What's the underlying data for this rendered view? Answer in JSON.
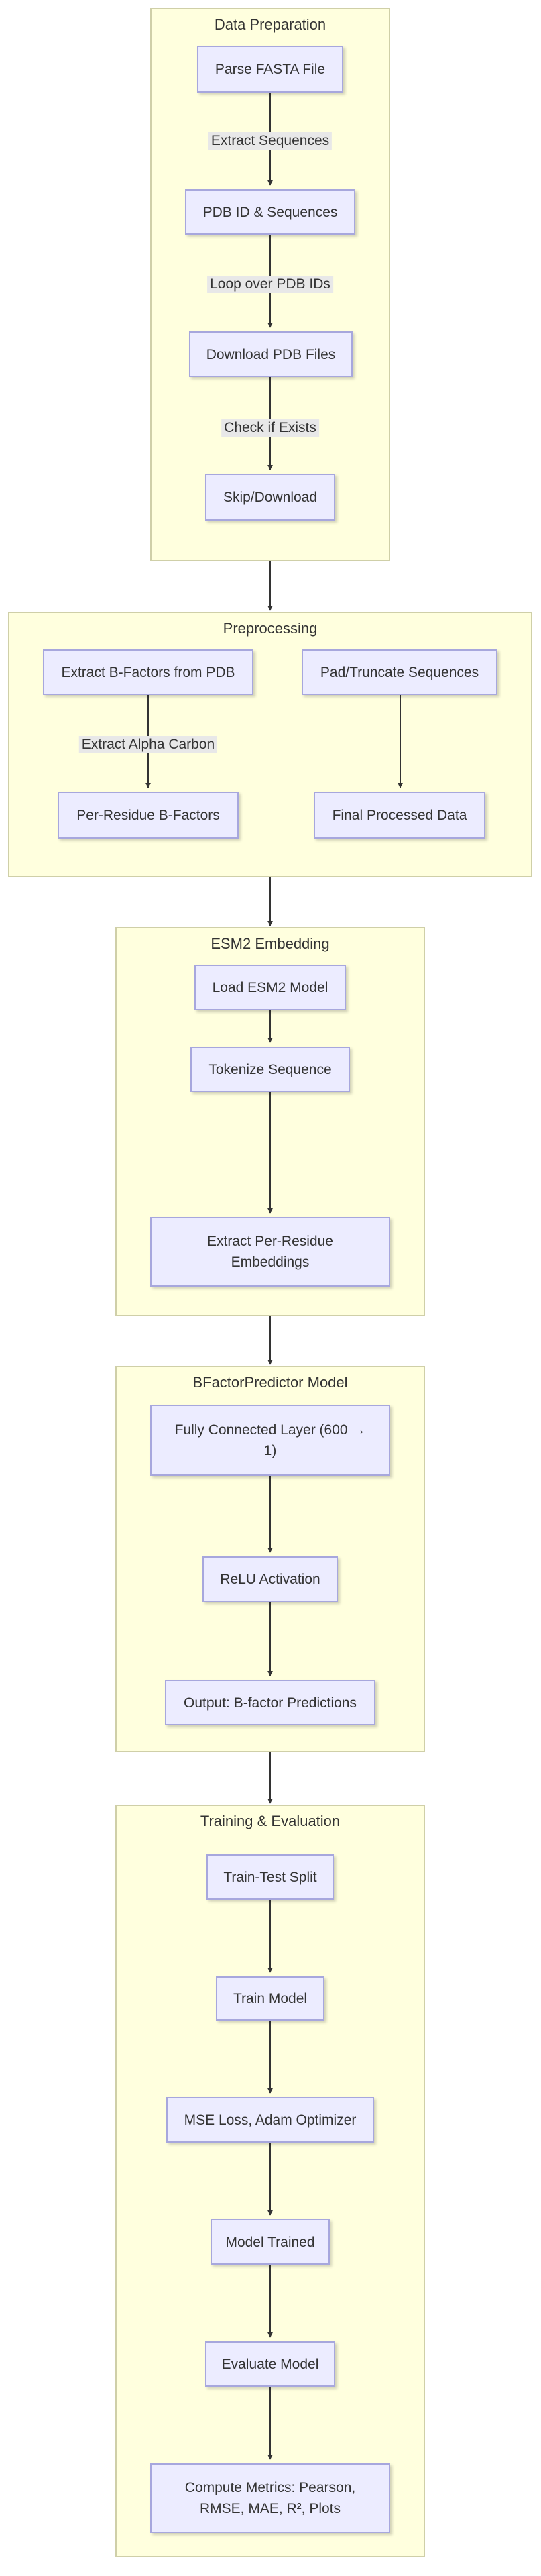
{
  "clusters": {
    "data_preparation": "Data Preparation",
    "preprocessing": "Preprocessing",
    "esm2_embedding": "ESM2 Embedding",
    "bfactor_model": "BFactorPredictor Model",
    "training_evaluation": "Training & Evaluation"
  },
  "nodes": {
    "parse_fasta": "Parse FASTA File",
    "pdb_id_sequences": "PDB ID & Sequences",
    "download_pdb": "Download PDB Files",
    "skip_download": "Skip/Download",
    "extract_bfactors": "Extract B-Factors from PDB",
    "per_residue_bfactors": "Per-Residue B-Factors",
    "pad_truncate": "Pad/Truncate Sequences",
    "final_processed": "Final Processed Data",
    "load_esm2": "Load ESM2 Model",
    "tokenize": "Tokenize Sequence",
    "extract_embeddings": "Extract Per-Residue Embeddings",
    "fc_layer": "Fully Connected Layer (600 → 1)",
    "relu": "ReLU Activation",
    "output": "Output: B-factor Predictions",
    "train_test_split": "Train-Test Split",
    "train_model": "Train Model",
    "mse_adam": "MSE Loss, Adam Optimizer",
    "model_trained": "Model Trained",
    "evaluate_model": "Evaluate Model",
    "compute_metrics": "Compute Metrics: Pearson, RMSE, MAE, R², Plots"
  },
  "edge_labels": {
    "extract_sequences": "Extract Sequences",
    "loop_pdb_ids": "Loop over PDB IDs",
    "check_exists": "Check if Exists",
    "extract_alpha_carbon": "Extract Alpha Carbon"
  },
  "colors": {
    "cluster_fill": "#ffffde",
    "cluster_border": "#cfcfa8",
    "node_fill": "#ececff",
    "node_border": "#a7a7dd",
    "edge": "#333333",
    "edge_label_bg": "#e8e8e8"
  }
}
